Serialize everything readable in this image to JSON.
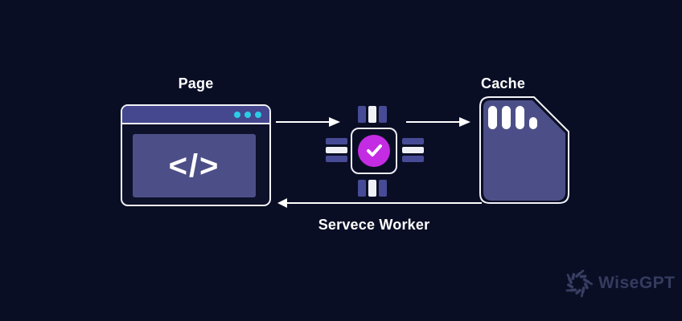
{
  "diagram": {
    "nodes": [
      {
        "id": "page",
        "label": "Page",
        "icon": "browser-code-icon"
      },
      {
        "id": "service-worker",
        "label": "Servece Worker",
        "icon": "chip-check-icon"
      },
      {
        "id": "cache",
        "label": "Cache",
        "icon": "memory-card-icon"
      }
    ],
    "edges": [
      {
        "from": "page",
        "to": "service-worker",
        "direction": "right"
      },
      {
        "from": "service-worker",
        "to": "cache",
        "direction": "right"
      },
      {
        "from": "cache",
        "to": "page",
        "direction": "left"
      }
    ]
  },
  "labels": {
    "page": "Page",
    "cache": "Cache",
    "service_worker": "Servece Worker"
  },
  "page_window": {
    "code_glyph": "</>",
    "window_dots_count": 3
  },
  "watermark": {
    "brand": "WiseGPT"
  },
  "colors": {
    "background": "#0a0e25",
    "window_header_purple": "#45488e",
    "panel_purple": "#4c4f87",
    "pin_purple": "#474b96",
    "accent_cyan": "#2bcde6",
    "accent_magenta": "#c32ce2",
    "outline_white": "#f2f3f8",
    "watermark_slate": "#383f63"
  }
}
